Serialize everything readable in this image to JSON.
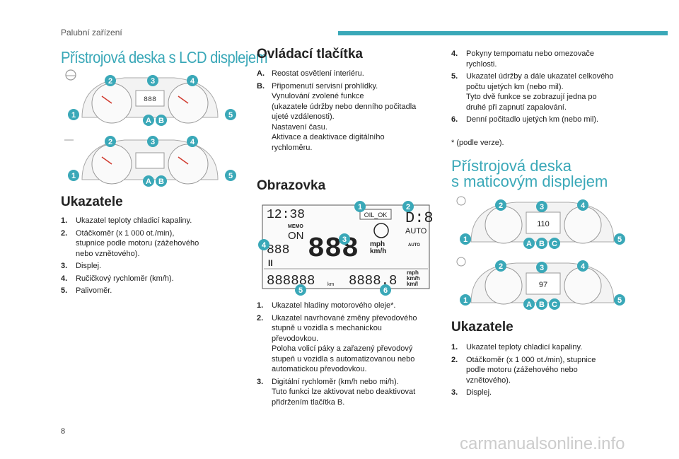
{
  "header": {
    "section": "Palubní zařízení"
  },
  "page_number": "8",
  "watermark": "carmanualsonline.info",
  "left": {
    "title": "Přístrojová deska s LCD displejem",
    "ukazatele_title": "Ukazatele",
    "items": [
      {
        "n": "1.",
        "lines": [
          "Ukazatel teploty chladicí kapaliny."
        ]
      },
      {
        "n": "2.",
        "lines": [
          "Otáčkoměr (x 1 000 ot./min),",
          "stupnice podle motoru (zážehového",
          "nebo vznětového)."
        ]
      },
      {
        "n": "3.",
        "lines": [
          "Displej."
        ]
      },
      {
        "n": "4.",
        "lines": [
          "Ručičkový rychloměr (km/h)."
        ]
      },
      {
        "n": "5.",
        "lines": [
          "Palivoměr."
        ]
      }
    ],
    "badges_num": [
      "1",
      "2",
      "3",
      "4",
      "5"
    ],
    "badges_let": [
      "A",
      "B"
    ]
  },
  "middle": {
    "controls_title": "Ovládací tlačítka",
    "controls": [
      {
        "n": "A.",
        "lines": [
          "Reostat osvětlení interiéru."
        ]
      },
      {
        "n": "B.",
        "lines": [
          "Připomenutí servisní prohlídky.",
          "Vynulování zvolené funkce",
          "(ukazatele údržby nebo denního počitadla",
          "ujeté vzdálenosti).",
          "Nastavení času.",
          "Aktivace a deaktivace digitálního",
          "rychloměru."
        ]
      }
    ],
    "screen_title": "Obrazovka",
    "screen_items": [
      {
        "n": "1.",
        "lines": [
          "Ukazatel hladiny motorového oleje*."
        ]
      },
      {
        "n": "2.",
        "lines": [
          "Ukazatel navrhované změny převodového",
          "stupně u vozidla s mechanickou",
          "převodovkou.",
          "Poloha volicí páky a zařazený převodový",
          "stupeň u vozidla s automatizovanou nebo",
          "automatickou převodovkou."
        ]
      },
      {
        "n": "3.",
        "lines": [
          "Digitální rychloměr (km/h nebo mi/h).",
          "Tuto funkci lze aktivovat nebo deaktivovat",
          "přidržením tlačítka B."
        ]
      }
    ],
    "display": {
      "clock": "12:38",
      "oil": "OIL_OK",
      "memo": "MEMO",
      "on": "ON",
      "speed": "888",
      "mph": "mph",
      "kmh": "km/h",
      "auto": "AUTO",
      "auto_small": "AUTO",
      "gear": "D:8",
      "odo": "888888",
      "trip": "8888.8",
      "km": "km",
      "units": [
        "mph",
        "km/h",
        "km/l"
      ],
      "small": "888",
      "mi": "II"
    }
  },
  "right": {
    "items": [
      {
        "n": "4.",
        "lines": [
          "Pokyny tempomatu nebo omezovače",
          "rychlosti."
        ]
      },
      {
        "n": "5.",
        "lines": [
          "Ukazatel údržby a dále ukazatel celkového",
          "počtu ujetých km (nebo mil).",
          "Tyto dvě funkce se zobrazují jedna po",
          "druhé při zapnutí zapalování."
        ]
      },
      {
        "n": "6.",
        "lines": [
          "Denní počitadlo ujetých km (nebo mil)."
        ]
      }
    ],
    "footnote": "*  (podle verze).",
    "matrix_title_1": "Přístrojová deska",
    "matrix_title_2": "s maticovým displejem",
    "ukazatele_title": "Ukazatele",
    "items2": [
      {
        "n": "1.",
        "lines": [
          "Ukazatel teploty chladicí kapaliny."
        ]
      },
      {
        "n": "2.",
        "lines": [
          "Otáčkoměr (x 1 000 ot./min), stupnice",
          "podle motoru (zážehového nebo",
          "vznětového)."
        ]
      },
      {
        "n": "3.",
        "lines": [
          "Displej."
        ]
      }
    ],
    "badges_let": [
      "A",
      "B",
      "C"
    ],
    "speed_values": [
      "110",
      "97"
    ]
  },
  "colors": {
    "accent": "#3aa8b8",
    "red": "#d03a2e"
  }
}
